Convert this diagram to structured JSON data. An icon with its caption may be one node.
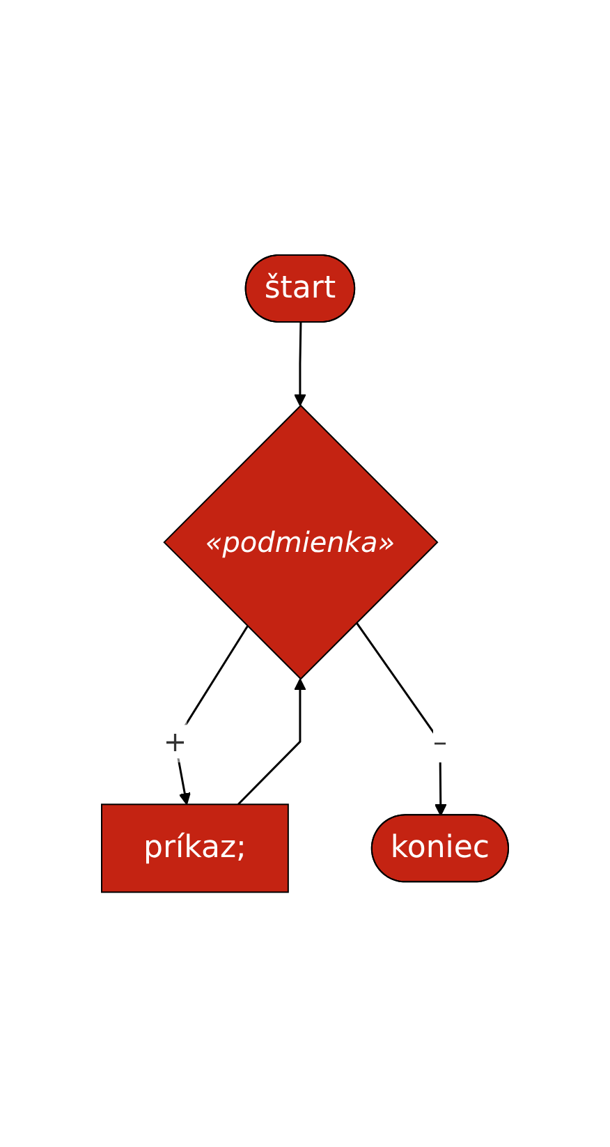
{
  "diagram": {
    "nodes": [
      {
        "text": [
          "štart"
        ]
      },
      {
        "text": [
          "«podmienka»"
        ]
      },
      {
        "text": [
          "príkaz;"
        ]
      },
      {
        "text": [
          "koniec"
        ]
      }
    ],
    "edges": [
      {
        "from": 0,
        "to": 1,
        "arrow": "to"
      },
      {
        "from": 1,
        "to": 2,
        "arrow": "to",
        "label": "+"
      },
      {
        "from": 2,
        "to": 1,
        "arrow": "to"
      },
      {
        "from": 1,
        "to": 3,
        "arrow": "to",
        "label": "–"
      }
    ]
  }
}
